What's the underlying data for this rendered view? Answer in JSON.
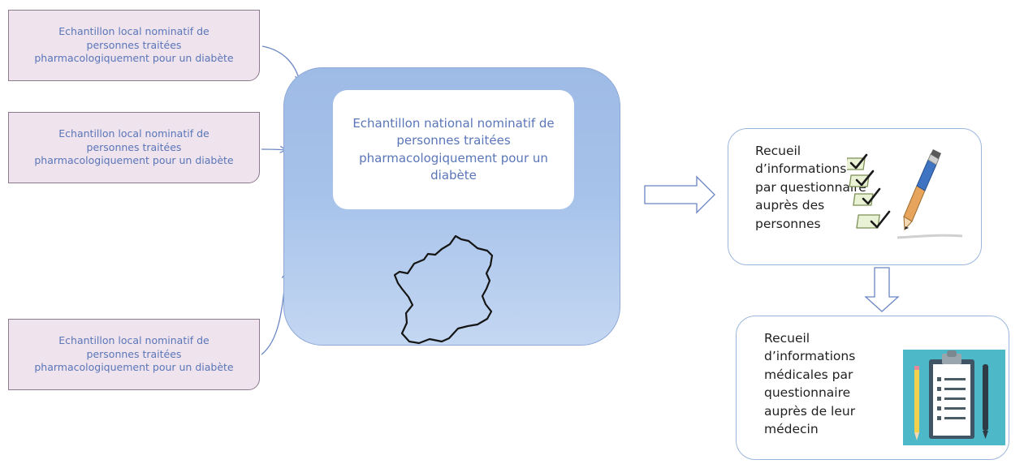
{
  "local_samples": [
    {
      "label": "Echantillon local nominatif de personnes traitées pharmacologiquement pour un diabète"
    },
    {
      "label": "Echantillon local nominatif de personnes traitées pharmacologiquement pour un diabète"
    },
    {
      "label": "Echantillon local nominatif de personnes traitées pharmacologiquement pour un diabète"
    }
  ],
  "national_sample": {
    "label": "Echantillon national nominatif de personnes traitées pharmacologiquement pour un diabète",
    "illustration": "france-map-outline"
  },
  "outputs": [
    {
      "label": "Recueil\nd’informations\npar questionnaire\nauprès des\npersonnes",
      "illustration": "checklist-pencil"
    },
    {
      "label": "Recueil\nd’informations\nmédicales par\nquestionnaire\nauprès de leur\nmédecin",
      "illustration": "clipboard-pen-pencil"
    }
  ],
  "colors": {
    "local_fill": "#efe3ee",
    "local_border": "#8e7a8e",
    "local_text": "#5a76b8",
    "national_fill": "#a6c2ea",
    "output_border": "#9cb7dd",
    "arrow": "#6b86c4",
    "clipboard_bg": "#4cb8c8"
  }
}
